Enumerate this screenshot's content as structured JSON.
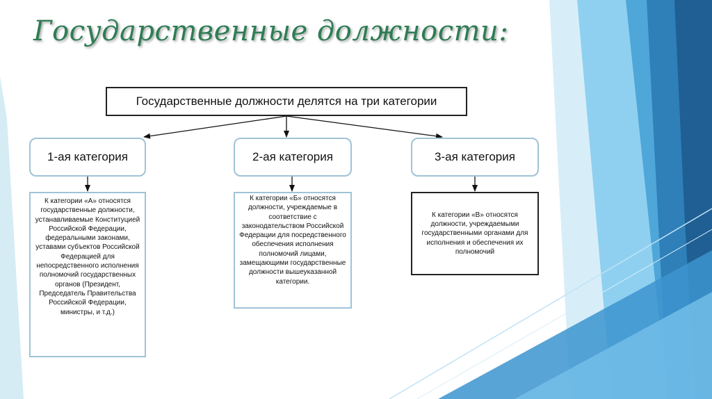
{
  "slide": {
    "title": "Государственные должности:",
    "root": "Государственные должности делятся на три категории",
    "categories": [
      {
        "label": "1-ая категория",
        "description": "К категории «А» относятся государственные должности, устанавливаемые Конституцией Российской Федерации, федеральными законами, уставами субъектов Российской Федерацией для непосредственного исполнения полномочий государственных органов (Президент, Председатель Правительства Российской Федерации, министры, и т.д.)"
      },
      {
        "label": "2-ая категория",
        "description": "К категории «Б» относятся должности, учреждаемые в соответствие с законодательством Российской Федерации для посредственного обеспечения исполнения полномочий лицами, замещающими государственные должности вышеуказанной категории."
      },
      {
        "label": "3-ая категория",
        "description": "К категории «В» относятся должности, учреждаемыми государственными органами для исполнения и обеспечения их полномочий"
      }
    ]
  },
  "colors": {
    "title": "#2e7d54",
    "box_border": "#9fc3d6",
    "decor_blue_light": "#bfe3f5",
    "decor_blue": "#4fa6d8",
    "decor_blue_dark": "#1f5f93"
  }
}
